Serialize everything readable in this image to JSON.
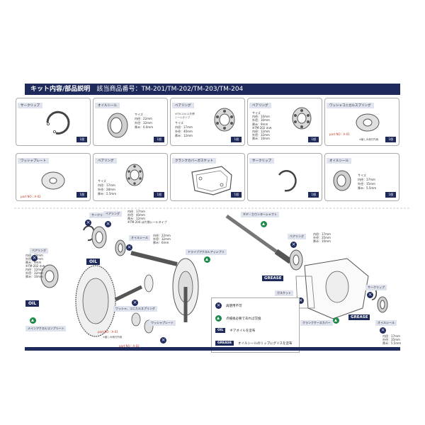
{
  "header": {
    "title": "キット内容/部品説明",
    "subtitle": "該当商品番号：TM-201/TM-202/TM-203/TM-204"
  },
  "cards": [
    {
      "name": "サークリップ",
      "qty": "1個"
    },
    {
      "name": "オイルシール",
      "qty": "1個",
      "spec": "サイズ\n内径：22mm\n外径：32mm\n厚み：6.0mm"
    },
    {
      "name": "ベアリング",
      "qty": "1個",
      "note": "※TM-204 以外標\nシールタイプ",
      "spec": "サイズ\n内径：17mm\n外径：40mm\n厚み：12mm"
    },
    {
      "name": "ベアリング",
      "qty": "1個",
      "spec": "サイズ\n内径：10mm\n外径：30mm\n厚み：9mm\n※TM-202 のみ\n内径：12mm\n外径：32mm\n厚み：10mm"
    },
    {
      "name": "ワッシャコニカルスプリング",
      "qty": "1個",
      "partno": "part NO : A-01",
      "note": "※厳しみ側付所無"
    },
    {
      "name": "ワッシャプレート",
      "qty": "1個",
      "partno": "part NO : A-02"
    },
    {
      "name": "ベアリング",
      "qty": "1個",
      "spec": "サイズ\n内径：17mm\n外径：28mm\n厚み：5.5mm"
    },
    {
      "name": "クランクカバーガスケット",
      "qty": "1個"
    },
    {
      "name": "サークリップ",
      "qty": "1個"
    },
    {
      "name": "オイルシール",
      "qty": "1個",
      "spec": "サイズ\n内径：17mm\n外径：35mm\n厚み：5.5mm"
    }
  ],
  "diagram": {
    "labels": {
      "circlip_top": "サークリップ",
      "bearing_top": "ベアリング",
      "bearing_top_spec": "内径：17mm\n外径：40mm\n厚み：12mm\n※TM-204 は片側シールタイプ",
      "oilseal_mid": "オイルシール",
      "oilseal_mid_spec": "内径：22mm\n外径：32mm\n厚み：6mm",
      "drive_axle": "ドライブアクスルアッシブリ",
      "bearing_left": "ベアリング",
      "bearing_left_spec": "内径：10mm\n外径：30mm\n厚み：9mm\n※TM-202 のみ\n内径：12mm\n外径：32mm\n厚み：10mm",
      "main_axle": "メインアクスルコンプリート",
      "conical_washer": "ワッシャ、コニカルスプリング",
      "conical_partno": "part NO : A-01",
      "conical_note": "※厳しみ側付所無",
      "washer_plate": "ワッシャプレート",
      "washer_partno": "part NO : A-02",
      "counter_shaft": "ギヤ・カウンターシャフト",
      "bearing_right": "ベアリング",
      "bearing_right_spec": "内径：17mm\n外径：35mm\n厚み：10mm",
      "gasket": "ガスケット",
      "crank_cover": "クランクケースカバー",
      "circlip_right": "サークリップ",
      "oilseal_right": "オイルシール",
      "oilseal_right_spec": "内径：17mm\n外径：35mm\n厚み：5.5mm",
      "oil_badge": "OIL",
      "grease_badge": "GREASE"
    }
  },
  "legend": {
    "items": [
      {
        "key": "x",
        "desc": "再使用不可"
      },
      {
        "key": "tri",
        "desc": "点検後必要であれば交換"
      },
      {
        "key": "OIL",
        "desc": "ギアオイルを塗布"
      },
      {
        "key": "GREASE",
        "desc": "オイルシールのリップにグリスを塗布"
      }
    ]
  },
  "colors": {
    "navy": "#1e2a5c",
    "green": "#1e8a4a",
    "red": "#c0392b"
  }
}
